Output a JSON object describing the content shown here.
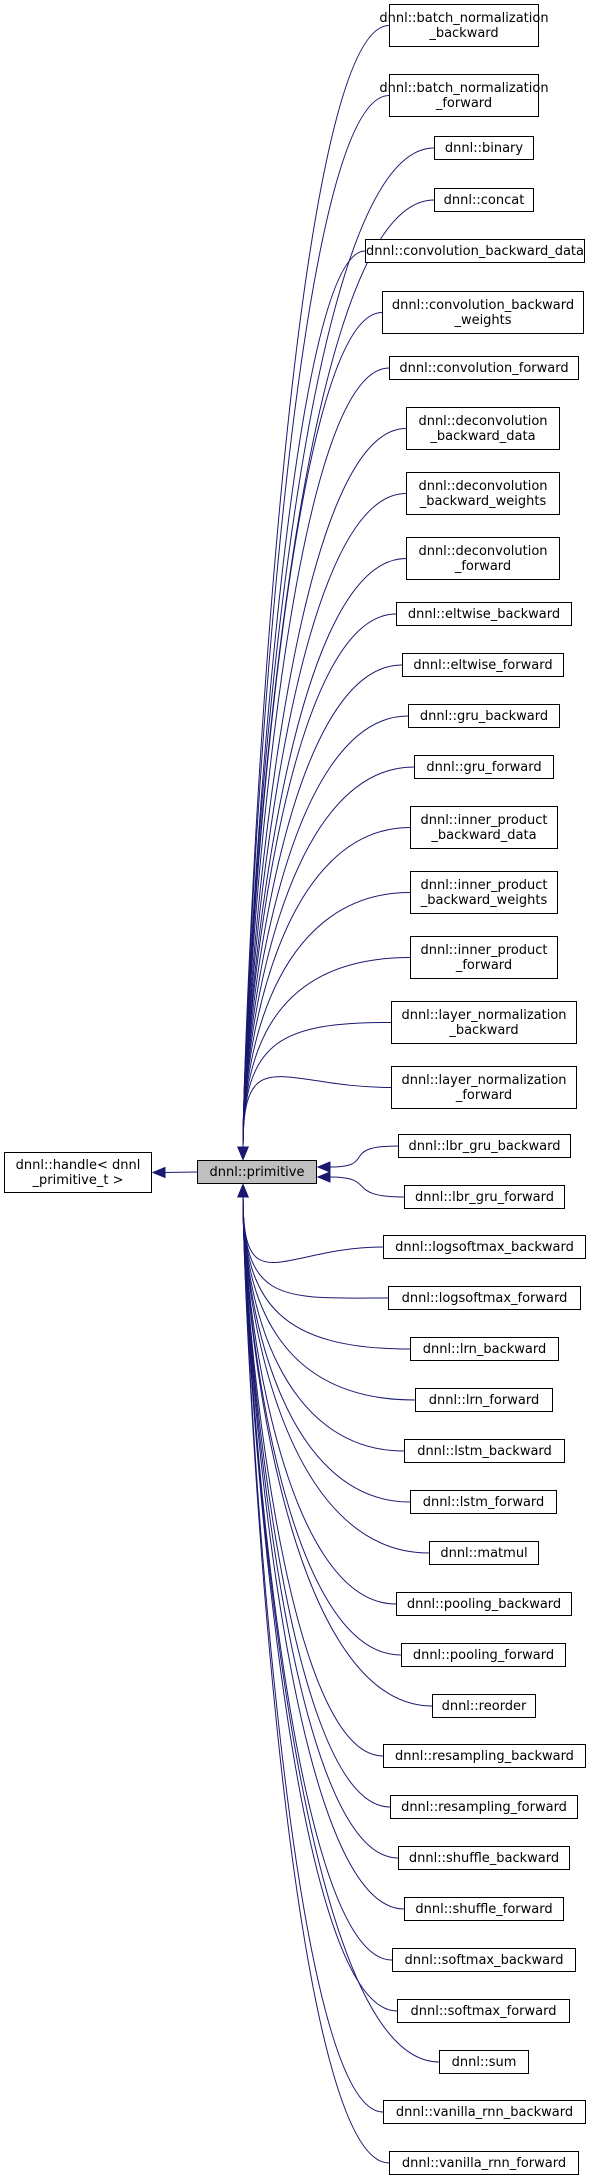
{
  "colors": {
    "edge": "#191970",
    "node_border": "#000000",
    "node_fill": "#ffffff",
    "focus_fill": "#bfbfbf"
  },
  "base": {
    "lines": [
      "dnnl::handle< dnnl",
      "_primitive_t >"
    ]
  },
  "focus": {
    "lines": [
      "dnnl::primitive"
    ]
  },
  "derived": [
    {
      "lines": [
        "dnnl::batch_normalization",
        "_backward"
      ]
    },
    {
      "lines": [
        "dnnl::batch_normalization",
        "_forward"
      ]
    },
    {
      "lines": [
        "dnnl::binary"
      ]
    },
    {
      "lines": [
        "dnnl::concat"
      ]
    },
    {
      "lines": [
        "dnnl::convolution_backward_data"
      ]
    },
    {
      "lines": [
        "dnnl::convolution_backward",
        "_weights"
      ]
    },
    {
      "lines": [
        "dnnl::convolution_forward"
      ]
    },
    {
      "lines": [
        "dnnl::deconvolution",
        "_backward_data"
      ]
    },
    {
      "lines": [
        "dnnl::deconvolution",
        "_backward_weights"
      ]
    },
    {
      "lines": [
        "dnnl::deconvolution",
        "_forward"
      ]
    },
    {
      "lines": [
        "dnnl::eltwise_backward"
      ]
    },
    {
      "lines": [
        "dnnl::eltwise_forward"
      ]
    },
    {
      "lines": [
        "dnnl::gru_backward"
      ]
    },
    {
      "lines": [
        "dnnl::gru_forward"
      ]
    },
    {
      "lines": [
        "dnnl::inner_product",
        "_backward_data"
      ]
    },
    {
      "lines": [
        "dnnl::inner_product",
        "_backward_weights"
      ]
    },
    {
      "lines": [
        "dnnl::inner_product",
        "_forward"
      ]
    },
    {
      "lines": [
        "dnnl::layer_normalization",
        "_backward"
      ]
    },
    {
      "lines": [
        "dnnl::layer_normalization",
        "_forward"
      ]
    },
    {
      "lines": [
        "dnnl::lbr_gru_backward"
      ]
    },
    {
      "lines": [
        "dnnl::lbr_gru_forward"
      ]
    },
    {
      "lines": [
        "dnnl::logsoftmax_backward"
      ]
    },
    {
      "lines": [
        "dnnl::logsoftmax_forward"
      ]
    },
    {
      "lines": [
        "dnnl::lrn_backward"
      ]
    },
    {
      "lines": [
        "dnnl::lrn_forward"
      ]
    },
    {
      "lines": [
        "dnnl::lstm_backward"
      ]
    },
    {
      "lines": [
        "dnnl::lstm_forward"
      ]
    },
    {
      "lines": [
        "dnnl::matmul"
      ]
    },
    {
      "lines": [
        "dnnl::pooling_backward"
      ]
    },
    {
      "lines": [
        "dnnl::pooling_forward"
      ]
    },
    {
      "lines": [
        "dnnl::reorder"
      ]
    },
    {
      "lines": [
        "dnnl::resampling_backward"
      ]
    },
    {
      "lines": [
        "dnnl::resampling_forward"
      ]
    },
    {
      "lines": [
        "dnnl::shuffle_backward"
      ]
    },
    {
      "lines": [
        "dnnl::shuffle_forward"
      ]
    },
    {
      "lines": [
        "dnnl::softmax_backward"
      ]
    },
    {
      "lines": [
        "dnnl::softmax_forward"
      ]
    },
    {
      "lines": [
        "dnnl::sum"
      ]
    },
    {
      "lines": [
        "dnnl::vanilla_rnn_backward"
      ]
    },
    {
      "lines": [
        "dnnl::vanilla_rnn_forward"
      ]
    }
  ]
}
